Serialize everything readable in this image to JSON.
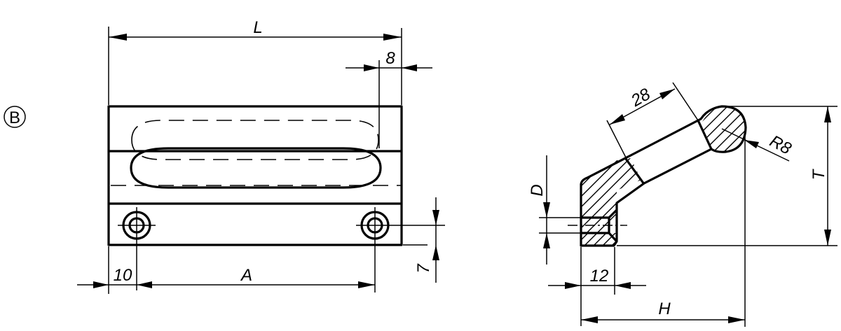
{
  "drawing": {
    "view_marker": "B",
    "front_view": {
      "dimensions": {
        "overall_length": "L",
        "edge_offset_top": "8",
        "hole_edge_offset": "10",
        "hole_spacing": "A",
        "hole_height_offset": "7"
      }
    },
    "side_view": {
      "dimensions": {
        "grip_length": "28",
        "grip_radius": "R8",
        "thread_diameter": "D",
        "foot_width": "12",
        "overall_height": "T",
        "overall_depth": "H"
      }
    },
    "colors": {
      "line": "#000000",
      "background": "#ffffff"
    }
  }
}
